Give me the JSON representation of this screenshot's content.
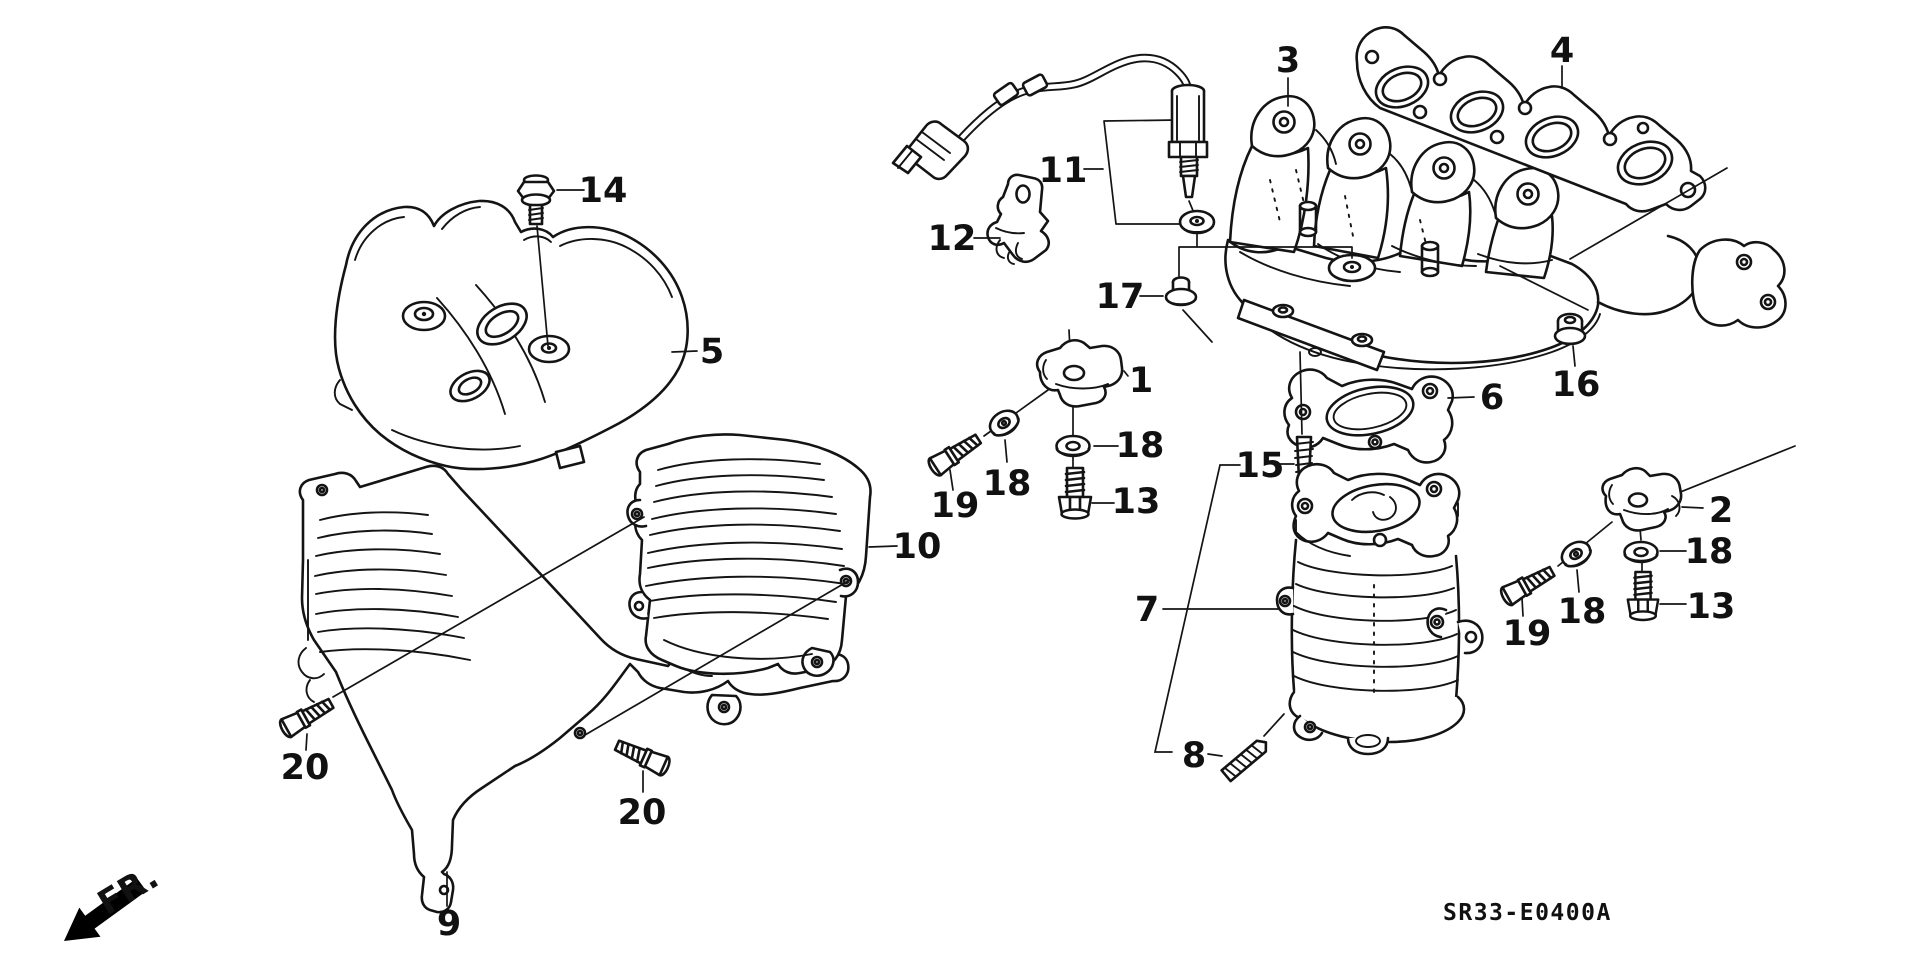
{
  "diagram": {
    "code": "SR33-E0400A",
    "direction_label": "FR.",
    "background_color": "#ffffff",
    "line_color": "#141414"
  },
  "callouts": [
    {
      "label": "14"
    },
    {
      "label": "5"
    },
    {
      "label": "11"
    },
    {
      "label": "12"
    },
    {
      "label": "17"
    },
    {
      "label": "3"
    },
    {
      "label": "4"
    },
    {
      "label": "16"
    },
    {
      "label": "6"
    },
    {
      "label": "1"
    },
    {
      "label": "18"
    },
    {
      "label": "13"
    },
    {
      "label": "18"
    },
    {
      "label": "19"
    },
    {
      "label": "15"
    },
    {
      "label": "10"
    },
    {
      "label": "7"
    },
    {
      "label": "8"
    },
    {
      "label": "2"
    },
    {
      "label": "18"
    },
    {
      "label": "13"
    },
    {
      "label": "18"
    },
    {
      "label": "19"
    },
    {
      "label": "20"
    },
    {
      "label": "20"
    },
    {
      "label": "9"
    }
  ]
}
